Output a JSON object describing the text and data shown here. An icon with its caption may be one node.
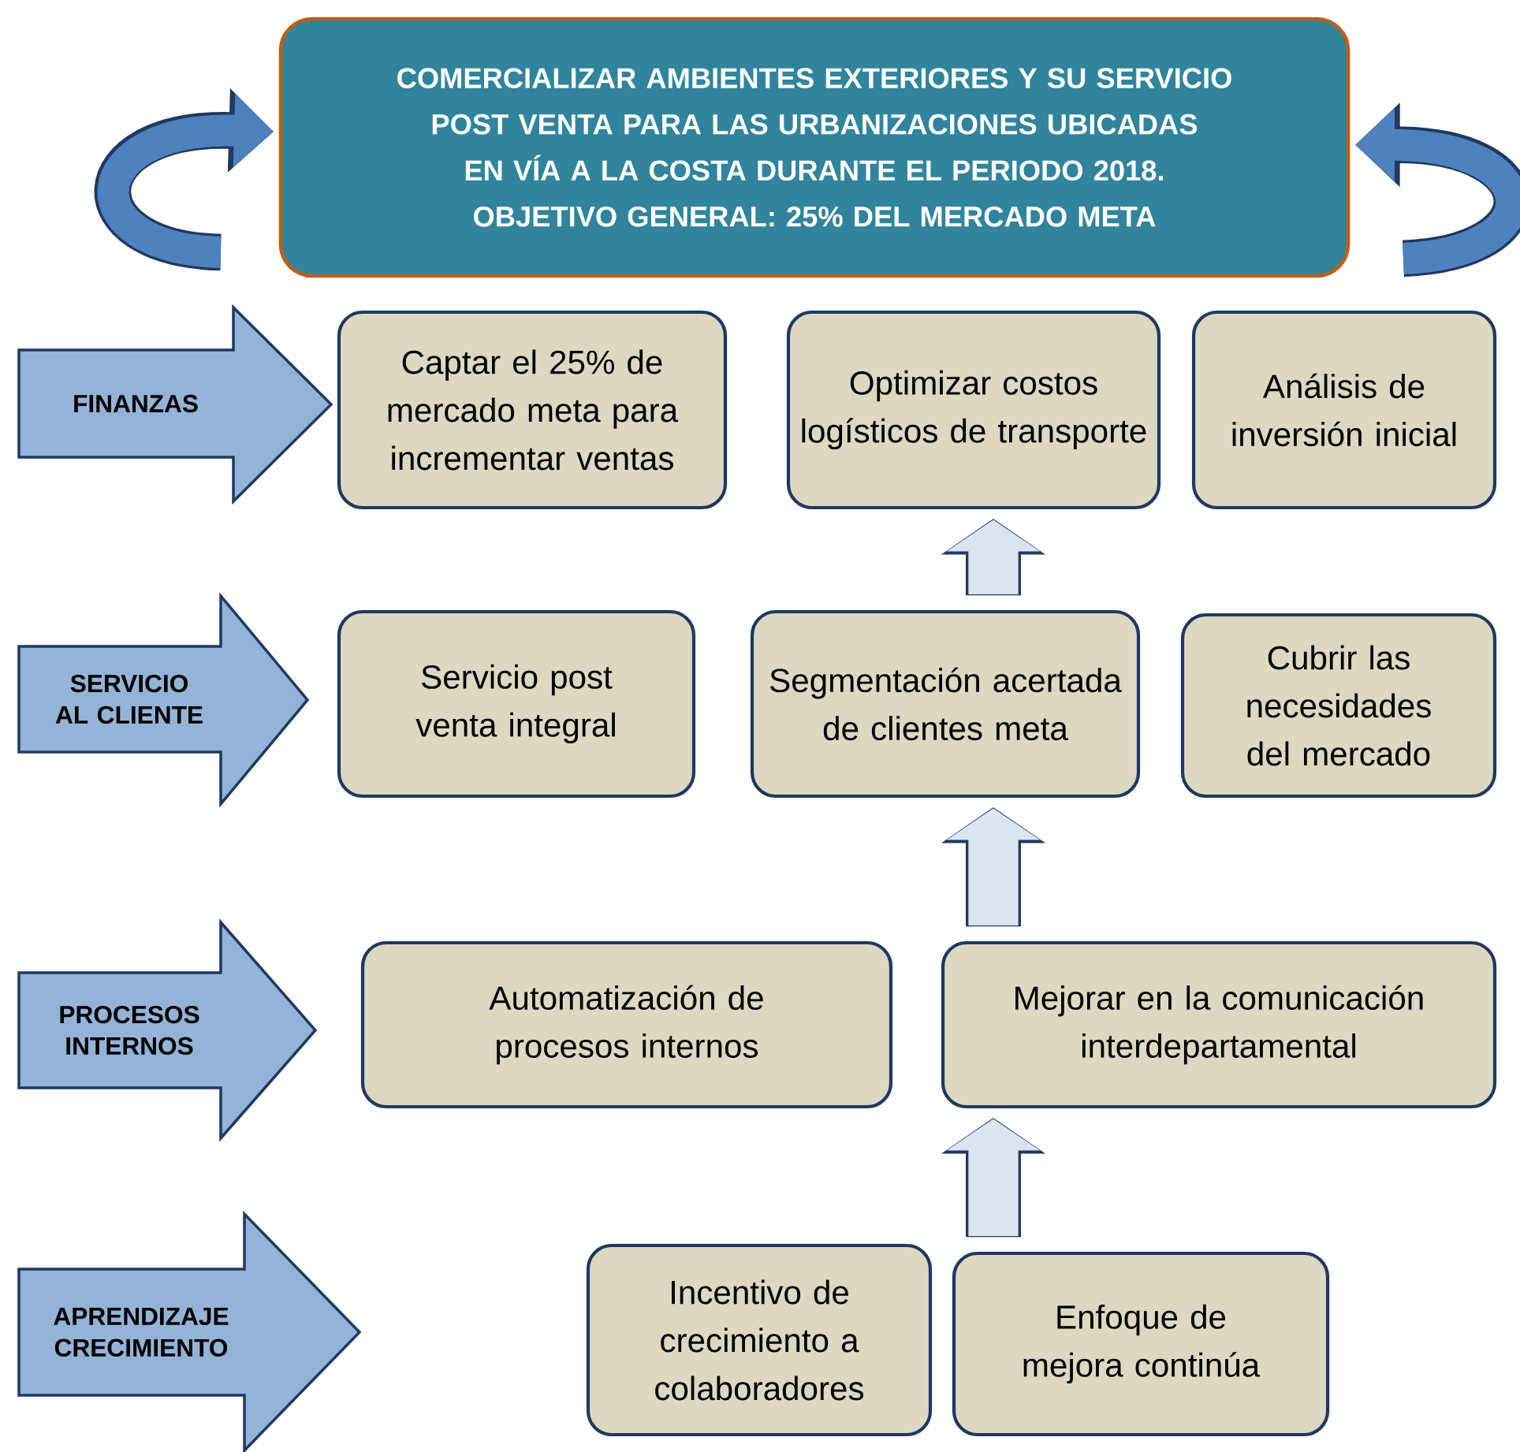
{
  "diagram": {
    "nodes": [
      {
        "text": [
          "COMERCIALIZAR AMBIENTES EXTERIORES Y SU SERVICIO POST VENTA PARA LAS URBANIZACIONES UBICADAS EN VÍA A LA COSTA DURANTE EL PERIODO 2018.",
          "OBJETIVO GENERAL: 25% DEL MERCADO META"
        ]
      },
      {
        "text": [
          "FINANZAS"
        ]
      },
      {
        "text": [
          "Captar el 25% de mercado meta para incrementar ventas"
        ]
      },
      {
        "text": [
          "Optimizar costos logísticos de transporte"
        ]
      },
      {
        "text": [
          "Análisis de inversión inicial"
        ]
      },
      {
        "text": [
          "SERVICIO AL CLIENTE"
        ]
      },
      {
        "text": [
          "Servicio post venta integral"
        ]
      },
      {
        "text": [
          "Segmentación acertada de clientes meta"
        ]
      },
      {
        "text": [
          "Cubrir las necesidades del mercado"
        ]
      },
      {
        "text": [
          "PROCESOS INTERNOS"
        ]
      },
      {
        "text": [
          "Automatización de procesos internos"
        ]
      },
      {
        "text": [
          "Mejorar en la comunicación interdepartamental"
        ]
      },
      {
        "text": [
          "APRENDIZAJE CRECIMIENTO"
        ]
      },
      {
        "text": [
          "Incentivo de crecimiento a colaboradores"
        ]
      },
      {
        "text": [
          "Enfoque de mejora continúa"
        ]
      }
    ],
    "edges": [
      {
        "from": null,
        "to": 0,
        "arrow": "to",
        "color": "#4f81bd"
      },
      {
        "from": null,
        "to": 0,
        "arrow": "to",
        "color": "#4f81bd"
      },
      {
        "from": 7,
        "to": 3,
        "arrow": "to"
      },
      {
        "from": 11,
        "to": 7,
        "arrow": "to"
      },
      {
        "from": 14,
        "to": 11,
        "arrow": "to"
      }
    ]
  }
}
